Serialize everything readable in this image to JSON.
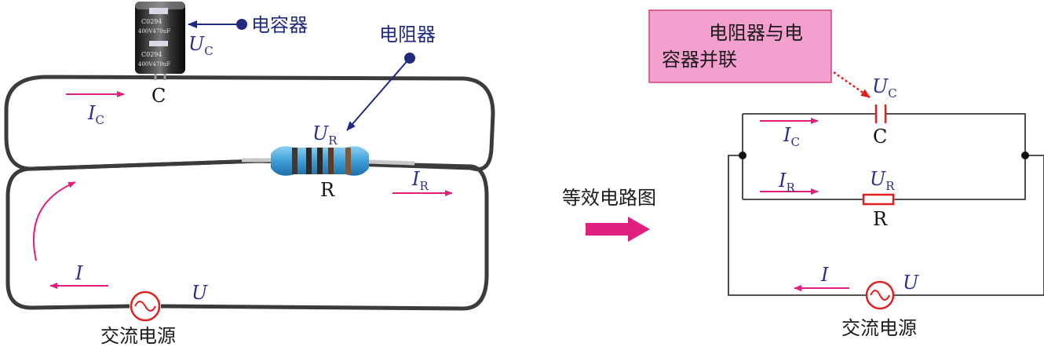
{
  "left": {
    "capacitor_callout": "电容器",
    "capacitor_voltage": {
      "symbol": "U",
      "sub": "C"
    },
    "capacitor_letter": "C",
    "resistor_callout": "电阻器",
    "resistor_voltage": {
      "symbol": "U",
      "sub": "R"
    },
    "resistor_letter": "R",
    "current_c": {
      "symbol": "I",
      "sub": "C"
    },
    "current_r": {
      "symbol": "I",
      "sub": "R"
    },
    "current_total": "I",
    "source_voltage": "U",
    "source_label": "交流电源",
    "capacitor_marks": [
      "C0294",
      "400V470uF",
      "C0294",
      "400V470uF"
    ]
  },
  "middle": {
    "label": "等效电路图"
  },
  "right": {
    "note_line1": "电阻器与电",
    "note_line2": "容器并联",
    "capacitor_voltage": {
      "symbol": "U",
      "sub": "C"
    },
    "capacitor_letter": "C",
    "current_c": {
      "symbol": "I",
      "sub": "C"
    },
    "current_r": {
      "symbol": "I",
      "sub": "R"
    },
    "resistor_voltage": {
      "symbol": "U",
      "sub": "R"
    },
    "resistor_letter": "R",
    "current_total": "I",
    "source_voltage": "U",
    "source_label": "交流电源"
  },
  "colors": {
    "wire": "#3b3b3b",
    "arrow": "#e0207f",
    "callout": "#1f2a80",
    "component_red": "#e02020",
    "note_fill": "#f4a0cf",
    "note_border": "#d0407a",
    "big_arrow": "#e0207f"
  }
}
